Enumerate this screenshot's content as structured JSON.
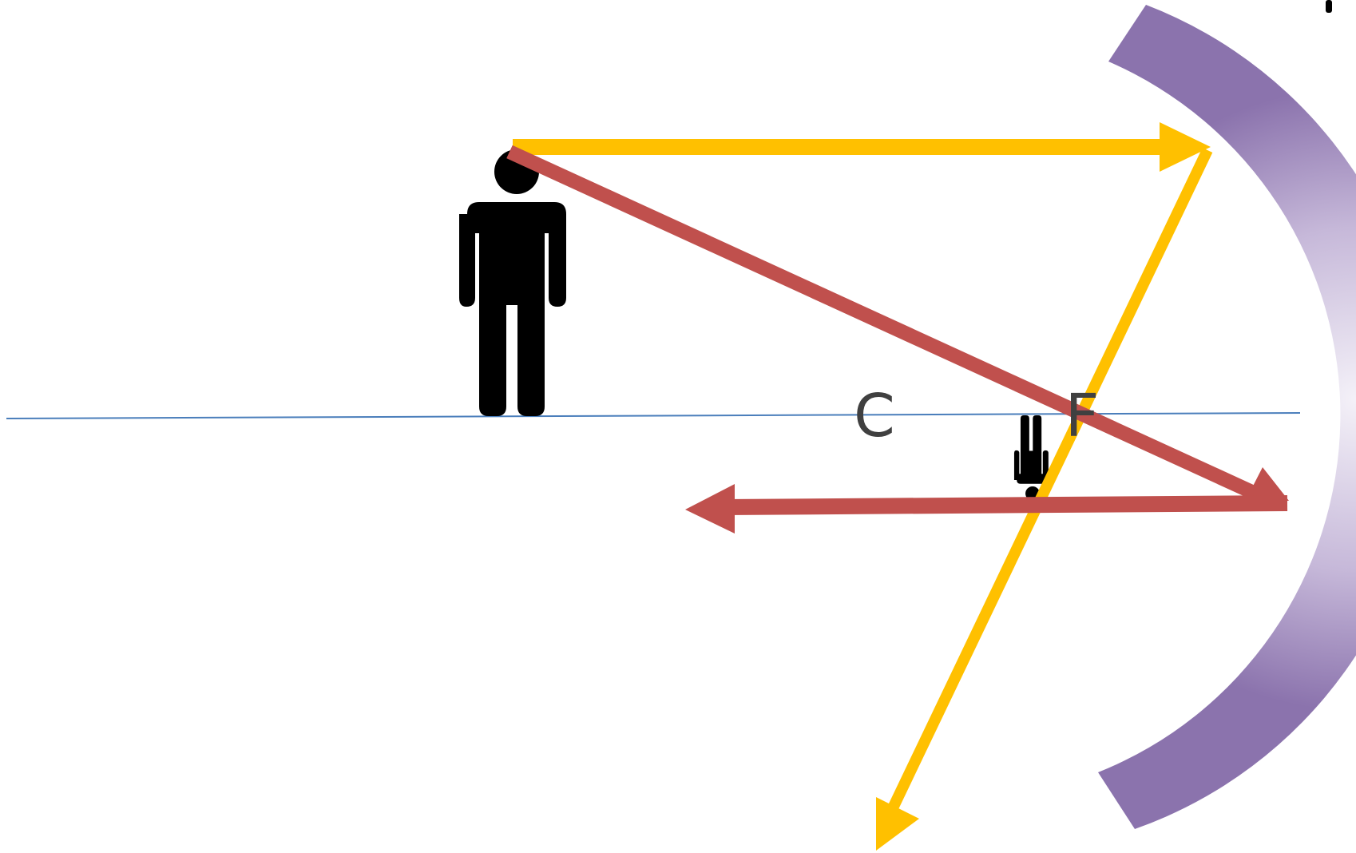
{
  "points": {
    "center_label": "C",
    "focus_label": "F"
  },
  "colors": {
    "axis": "#4a7ebb",
    "parallel_ray": "#ffc000",
    "center_ray": "#c0504d",
    "mirror_edge": "#8b73ad",
    "mirror_center": "#f4f1f8",
    "object": "#000000",
    "label": "#404040"
  },
  "icons": {
    "object": "person-icon",
    "image": "inverted-person-icon",
    "mirror": "concave-mirror"
  }
}
